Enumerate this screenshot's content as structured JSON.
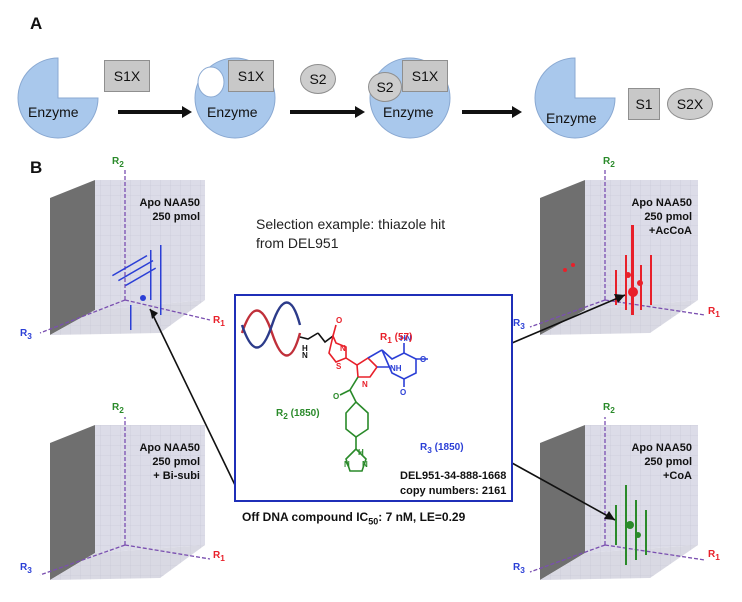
{
  "panelA": {
    "letter": "A",
    "enzyme_label": "Enzyme",
    "s1x": "S1X",
    "s2": "S2",
    "s1": "S1",
    "s2x": "S2X"
  },
  "panelB": {
    "letter": "B",
    "axes": {
      "r1": "R",
      "r2": "R",
      "r3": "R",
      "sub1": "1",
      "sub2": "2",
      "sub3": "3"
    },
    "plots": {
      "top_left": {
        "lines": [
          "Apo NAA50",
          "250 pmol"
        ]
      },
      "top_right": {
        "lines": [
          "Apo NAA50",
          "250 pmol",
          "+AcCoA"
        ]
      },
      "bottom_left": {
        "lines": [
          "Apo NAA50",
          "250 pmol",
          "+ Bi-subi"
        ]
      },
      "bottom_right": {
        "lines": [
          "Apo NAA50",
          "250 pmol",
          "+CoA"
        ]
      }
    },
    "selection_text_line1": "Selection example: thiazole hit",
    "selection_text_line2": "from DEL951",
    "structure": {
      "r1_label": "R",
      "r1_sub": "1",
      "r1_count": " (57)",
      "r2_label": "R",
      "r2_sub": "2",
      "r2_count": " (1850)",
      "r3_label": "R",
      "r3_sub": "3",
      "r3_count": " (1850)",
      "compound_id": "DEL951-34-888-1668",
      "copy_numbers": "copy numbers: 2161"
    },
    "caption_main": "Off DNA compound  IC",
    "caption_sub": "50",
    "caption_rest": ": 7 nM, LE=0.29"
  },
  "colors": {
    "enzyme_blue": "#a9c8ec",
    "r1_red": "#e8202a",
    "r2_green": "#2a8a2a",
    "r3_blue": "#2b3fd6",
    "axis_purple": "#7a4fb0",
    "frame_blue": "#1f2fb8"
  }
}
